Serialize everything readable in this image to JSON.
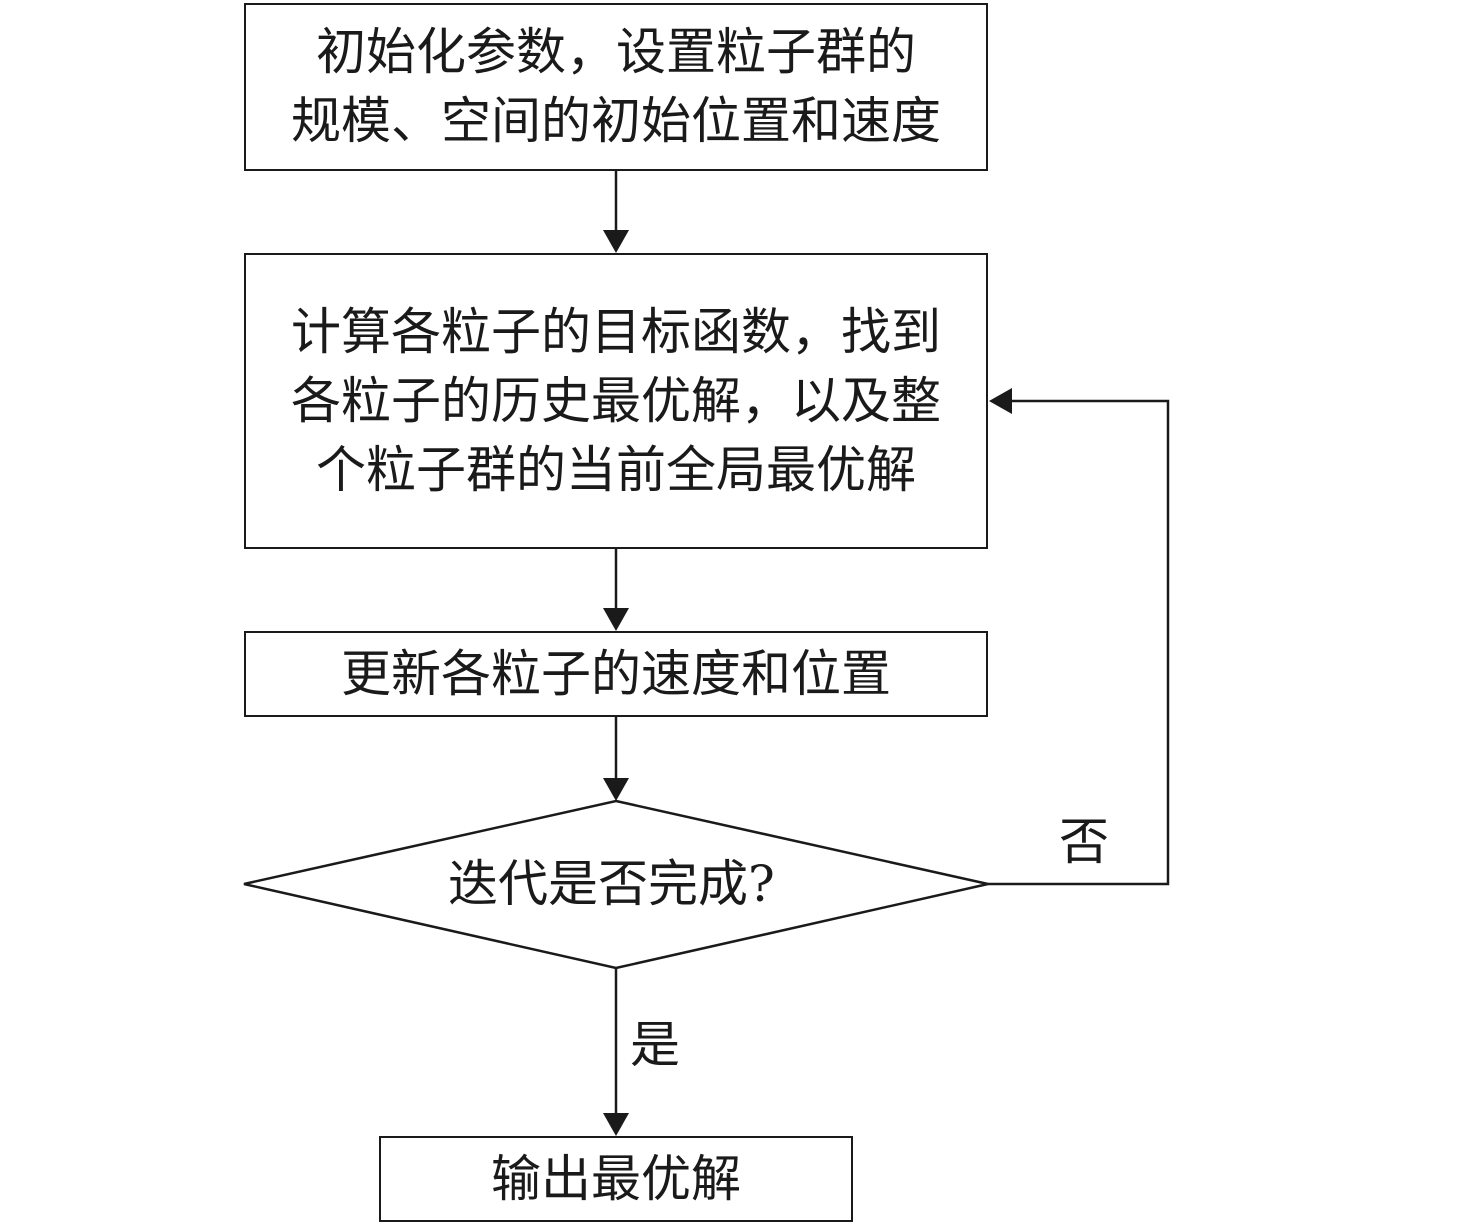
{
  "diagram": {
    "steps": {
      "init": {
        "lines": [
          "初始化参数，设置粒子群的",
          "规模、空间的初始位置和速度"
        ]
      },
      "evaluate": {
        "lines": [
          "计算各粒子的目标函数，找到",
          "各粒子的历史最优解，以及整",
          "个粒子群的当前全局最优解"
        ]
      },
      "update": {
        "text": "更新各粒子的速度和位置"
      },
      "decision": {
        "text": "迭代是否完成?"
      },
      "output": {
        "text": "输出最优解"
      }
    },
    "edge_labels": {
      "no": "否",
      "yes": "是"
    }
  },
  "colors": {
    "stroke": "#1a1a1a",
    "background": "#ffffff"
  }
}
